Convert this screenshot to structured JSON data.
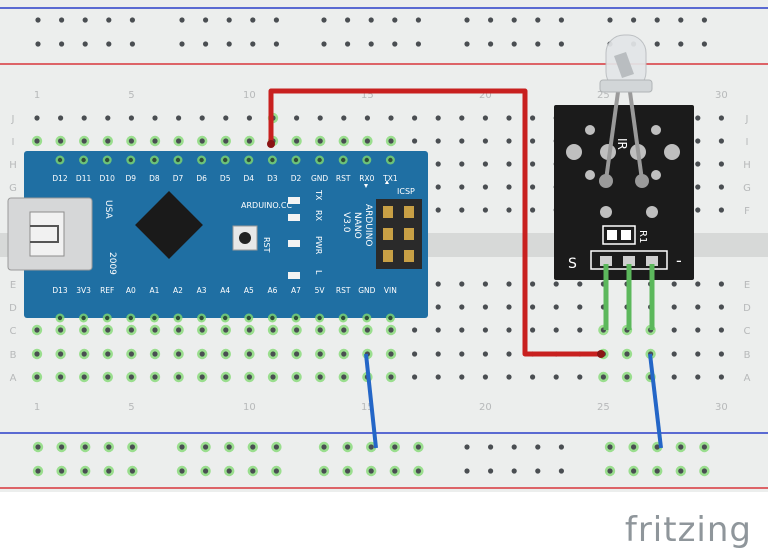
{
  "brand": "fritzing",
  "colors": {
    "breadboard": "#eceeed",
    "rail_red": "#d8353b",
    "rail_blue": "#2a3ec9",
    "hole": "#4a4e52",
    "hole_connected": "#7fd86e",
    "nano_pcb": "#1f6fa3",
    "module_pcb": "#1b1b1b",
    "wire_red": "#c8201f",
    "wire_blue": "#2466c7",
    "wire_green": "#5cb85c"
  },
  "breadboard": {
    "row_letters_top": [
      "J",
      "I",
      "H",
      "G",
      "F"
    ],
    "row_letters_bottom": [
      "E",
      "D",
      "C",
      "B",
      "A"
    ],
    "column_numbers": [
      "1",
      "5",
      "10",
      "15",
      "20",
      "25",
      "30"
    ]
  },
  "nano": {
    "top_pins": [
      "D12",
      "D11",
      "D10",
      "D9",
      "D8",
      "D7",
      "D6",
      "D5",
      "D4",
      "D3",
      "D2",
      "GND",
      "RST",
      "RX0",
      "TX1"
    ],
    "bottom_pins": [
      "D13",
      "3V3",
      "REF",
      "A0",
      "A1",
      "A2",
      "A3",
      "A4",
      "A5",
      "A6",
      "A7",
      "5V",
      "RST",
      "GND",
      "VIN"
    ],
    "brand_text": "ARDUINO.CC",
    "name_text": [
      "ARDUINO",
      "NANO",
      "V3.0"
    ],
    "usa_text": "USA",
    "year_text": "2009",
    "rst_text": "RST",
    "led_labels": [
      "TX",
      "RX",
      "PWR",
      "L"
    ],
    "icsp_text": "ICSP"
  },
  "module": {
    "label_s": "S",
    "label_minus": "-",
    "label_r1": "R1",
    "label_ir": "IR"
  }
}
